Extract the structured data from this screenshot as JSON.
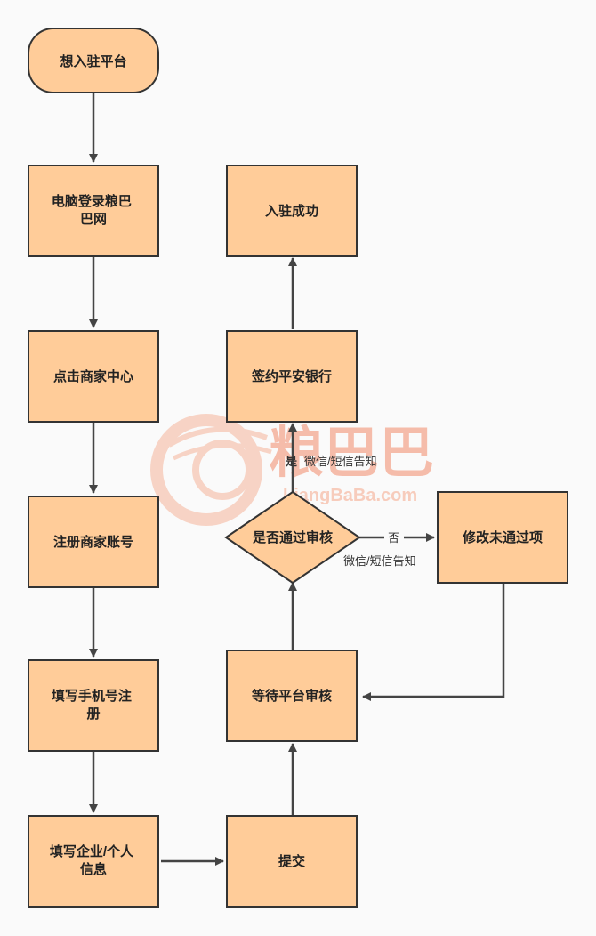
{
  "flowchart": {
    "nodes": {
      "start": "想入驻平台",
      "login": "电脑登录粮巴巴网",
      "merchant_center": "点击商家中心",
      "register_account": "注册商家账号",
      "phone_register": "填写手机号注册",
      "fill_info": "填写企业/个人信息",
      "submit": "提交",
      "wait_review": "等待平台审核",
      "decision": "是否通过审核",
      "modify": "修改未通过项",
      "sign_bank": "签约平安银行",
      "success": "入驻成功"
    },
    "edges": {
      "yes_label": "是",
      "no_label": "否",
      "notify_yes": "微信/短信告知",
      "notify_no": "微信/短信告知"
    }
  },
  "watermark": {
    "brand": "粮巴巴",
    "domain": "LiangBaBa.com"
  },
  "colors": {
    "node_fill": "#ffcc99",
    "node_stroke": "#333333",
    "arrow": "#444444",
    "watermark": "#f28b6a"
  }
}
